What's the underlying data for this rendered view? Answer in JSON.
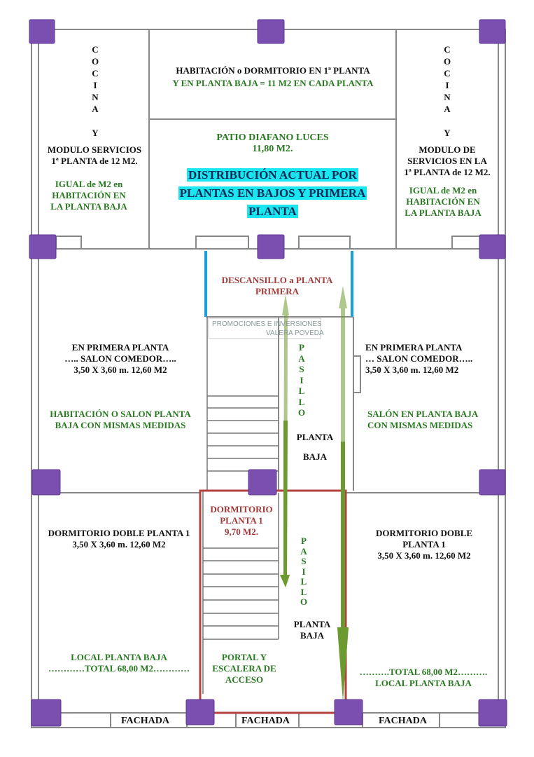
{
  "rooms": {
    "left_kitchen": {
      "vertical": "C\nO\nC\nI\nN\nA\n\nY",
      "title": "MODULO SERVICIOS\n1ª PLANTA de 12 M2.",
      "note": "IGUAL de M2 en\nHABITACIÓN EN\nLA PLANTA BAJA"
    },
    "right_kitchen": {
      "vertical": "C\nO\nC\nI\nN\nA\n\nY",
      "title": "MODULO DE\nSERVICIOS EN LA\n1ª PLANTA de 12 M2.",
      "note": "IGUAL de M2  en\nHABITACIÓN EN\nLA PLANTA BAJA"
    },
    "top_room": {
      "title": "HABITACIÓN o DORMITORIO EN 1ª PLANTA",
      "note": "Y  EN  PLANTA  BAJA =  11 M2 EN CADA PLANTA"
    },
    "patio": {
      "title": "PATIO DIAFANO LUCES\n11,80 M2.",
      "headline_lines": [
        "DISTRIBUCIÓN ACTUAL POR",
        "PLANTAS EN BAJOS Y PRIMERA",
        "PLANTA"
      ]
    },
    "landing": {
      "title": "DESCANSILLO a PLANTA\nPRIMERA"
    },
    "left_living": {
      "title": "EN PRIMERA PLANTA\n….. SALON COMEDOR…..\n3,50 X 3,60 m. 12,60 M2",
      "note": "HABITACIÓN O SALON PLANTA\nBAJA CON MISMAS MEDIDAS"
    },
    "right_living": {
      "title": "EN PRIMERA PLANTA\n… SALON COMEDOR…..\n3,50 X 3,60 m. 12,60 M2",
      "note": "SALÓN EN PLANTA BAJA\nCON MISMAS MEDIDAS"
    },
    "corridor_upper": {
      "vertical": "P\nA\nS\nI\nL\nL\nO",
      "label": "PLANTA\n\nBAJA"
    },
    "corridor_lower": {
      "vertical": "P\nA\nS\nI\nL\nL\nO",
      "label": "PLANTA\nBAJA"
    },
    "small_bedroom": {
      "title": "DORMITORIO\nPLANTA 1\n9,70 M2."
    },
    "portal": {
      "title": "PORTAL Y\nESCALERA DE\nACCESO"
    },
    "left_bedroom": {
      "title": "DORMITORIO DOBLE PLANTA 1\n3,50 X 3,60 m. 12,60 M2",
      "note": "LOCAL PLANTA BAJA\n…………TOTAL 68,00 M2…………"
    },
    "right_bedroom": {
      "title": "DORMITORIO DOBLE\nPLANTA 1\n3,50 X 3,60 m. 12,60 M2",
      "note": "……….TOTAL 68,00 M2……….\nLOCAL PLANTA BAJA"
    }
  },
  "facade_labels": [
    "FACHADA",
    "FACHADA",
    "FACHADA"
  ],
  "watermark": {
    "line1": "PROMOCIONES E INVERSIONES",
    "line2": "VALERA POVEDA"
  },
  "colors": {
    "column": "#7b4fb0",
    "highlight": "#19e6ee",
    "arrow": "#6b9a2e",
    "red_wall": "#b5413f",
    "blue_wall": "#1aa0e0"
  }
}
